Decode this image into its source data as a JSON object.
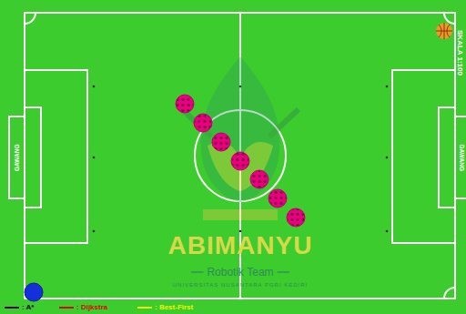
{
  "diagram": {
    "labels": [
      "GAWANG",
      "GAWANG",
      "SKALA 1:100",
      "ABIMANYU",
      "Robotik Team",
      "UNIVERSITAS NUSANTARA PGRI KEDIRI"
    ],
    "legend": [
      {
        "text": ": A*",
        "color": "#000000"
      },
      {
        "text": ": Dijkstra",
        "color": "#e00000"
      },
      {
        "text": ": Best-First",
        "color": "#f5f500"
      }
    ]
  }
}
